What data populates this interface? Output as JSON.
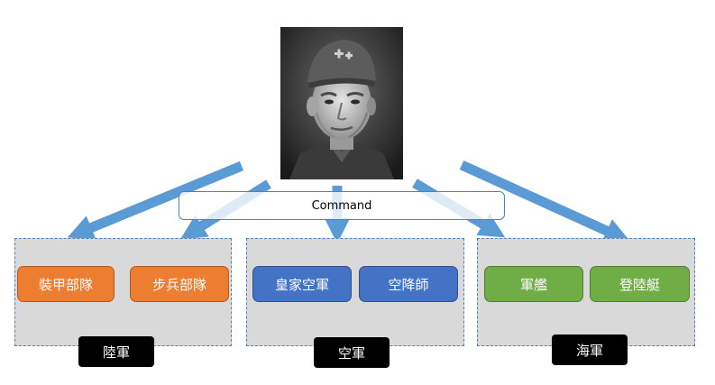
{
  "command": {
    "label": "Command"
  },
  "groups": {
    "army": {
      "label": "陸軍",
      "units": [
        "裝甲部隊",
        "步兵部隊"
      ],
      "color": "#ed7d31"
    },
    "air": {
      "label": "空軍",
      "units": [
        "皇家空軍",
        "空降師"
      ],
      "color": "#4472c4"
    },
    "navy": {
      "label": "海軍",
      "units": [
        "軍艦",
        "登陸艇"
      ],
      "color": "#70ad47"
    }
  },
  "arrow_color": "#5b9bd5",
  "group_background": "#d9d9d9"
}
